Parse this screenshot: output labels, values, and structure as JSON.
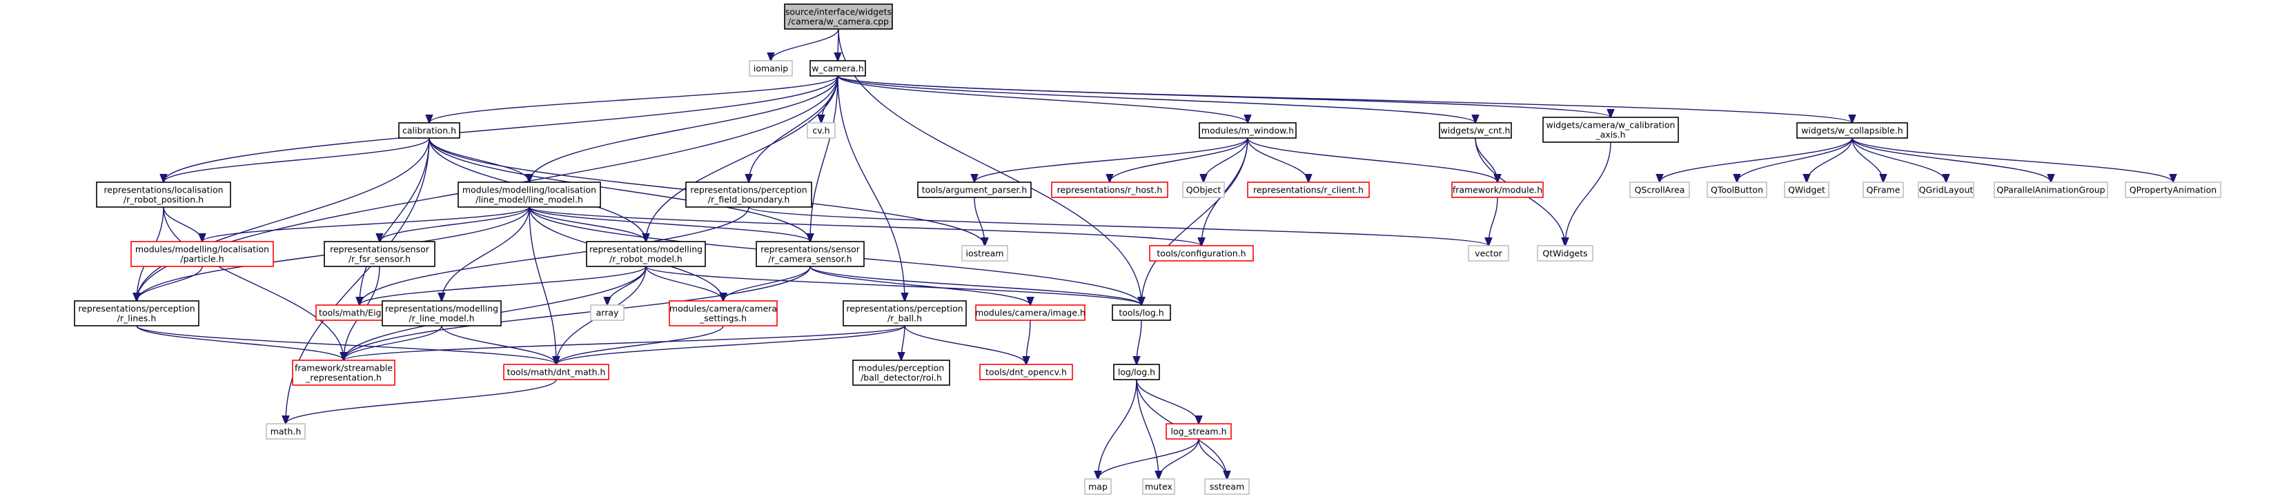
{
  "colors": {
    "edge": "#191970",
    "node_border_normal": "#000000",
    "node_border_missing_doc": "#ff0000",
    "node_border_external": "#bfbfbf",
    "root_fill": "#bfbfbf",
    "node_fill": "#ffffff"
  },
  "nodes": [
    {
      "id": "root",
      "lines": [
        "source/interface/widgets",
        "/camera/w_camera.cpp"
      ],
      "kind": "root"
    },
    {
      "id": "iomanip",
      "lines": [
        "iomanip"
      ],
      "kind": "external"
    },
    {
      "id": "w_camera",
      "lines": [
        "w_camera.h"
      ],
      "kind": "normal"
    },
    {
      "id": "calibration",
      "lines": [
        "calibration.h"
      ],
      "kind": "normal"
    },
    {
      "id": "cvh",
      "lines": [
        "cv.h"
      ],
      "kind": "external"
    },
    {
      "id": "m_window",
      "lines": [
        "modules/m_window.h"
      ],
      "kind": "normal"
    },
    {
      "id": "w_cnt",
      "lines": [
        "widgets/w_cnt.h"
      ],
      "kind": "normal"
    },
    {
      "id": "w_calib_axis",
      "lines": [
        "widgets/camera/w_calibration",
        "_axis.h"
      ],
      "kind": "normal"
    },
    {
      "id": "w_collapsible",
      "lines": [
        "widgets/w_collapsible.h"
      ],
      "kind": "normal"
    },
    {
      "id": "r_robot_position",
      "lines": [
        "representations/localisation",
        "/r_robot_position.h"
      ],
      "kind": "normal"
    },
    {
      "id": "line_model",
      "lines": [
        "modules/modelling/localisation",
        "/line_model/line_model.h"
      ],
      "kind": "normal"
    },
    {
      "id": "r_field_boundary",
      "lines": [
        "representations/perception",
        "/r_field_boundary.h"
      ],
      "kind": "normal"
    },
    {
      "id": "argument_parser",
      "lines": [
        "tools/argument_parser.h"
      ],
      "kind": "normal"
    },
    {
      "id": "r_host",
      "lines": [
        "representations/r_host.h"
      ],
      "kind": "missing"
    },
    {
      "id": "qobject",
      "lines": [
        "QObject"
      ],
      "kind": "external"
    },
    {
      "id": "r_client",
      "lines": [
        "representations/r_client.h"
      ],
      "kind": "missing"
    },
    {
      "id": "fw_module",
      "lines": [
        "framework/module.h"
      ],
      "kind": "missing"
    },
    {
      "id": "qscrollarea",
      "lines": [
        "QScrollArea"
      ],
      "kind": "external"
    },
    {
      "id": "qtoolbutton",
      "lines": [
        "QToolButton"
      ],
      "kind": "external"
    },
    {
      "id": "qwidget",
      "lines": [
        "QWidget"
      ],
      "kind": "external"
    },
    {
      "id": "qframe",
      "lines": [
        "QFrame"
      ],
      "kind": "external"
    },
    {
      "id": "qgridlayout",
      "lines": [
        "QGridLayout"
      ],
      "kind": "external"
    },
    {
      "id": "qparallel",
      "lines": [
        "QParallelAnimationGroup"
      ],
      "kind": "external"
    },
    {
      "id": "qproperty",
      "lines": [
        "QPropertyAnimation"
      ],
      "kind": "external"
    },
    {
      "id": "particle",
      "lines": [
        "modules/modelling/localisation",
        "/particle.h"
      ],
      "kind": "missing"
    },
    {
      "id": "r_fsr_sensor",
      "lines": [
        "representations/sensor",
        "/r_fsr_sensor.h"
      ],
      "kind": "normal"
    },
    {
      "id": "r_robot_model",
      "lines": [
        "representations/modelling",
        "/r_robot_model.h"
      ],
      "kind": "normal"
    },
    {
      "id": "r_camera_sensor",
      "lines": [
        "representations/sensor",
        "/r_camera_sensor.h"
      ],
      "kind": "normal"
    },
    {
      "id": "iostream",
      "lines": [
        "iostream"
      ],
      "kind": "external"
    },
    {
      "id": "configuration",
      "lines": [
        "tools/configuration.h"
      ],
      "kind": "missing"
    },
    {
      "id": "vector",
      "lines": [
        "vector"
      ],
      "kind": "external"
    },
    {
      "id": "qtwidgets",
      "lines": [
        "QtWidgets"
      ],
      "kind": "external"
    },
    {
      "id": "r_lines",
      "lines": [
        "representations/perception",
        "/r_lines.h"
      ],
      "kind": "normal"
    },
    {
      "id": "eigen",
      "lines": [
        "tools/math/Eigen.h"
      ],
      "kind": "missing"
    },
    {
      "id": "r_line_model",
      "lines": [
        "representations/modelling",
        "/r_line_model.h"
      ],
      "kind": "normal"
    },
    {
      "id": "array",
      "lines": [
        "array"
      ],
      "kind": "external"
    },
    {
      "id": "camera_settings",
      "lines": [
        "modules/camera/camera",
        "_settings.h"
      ],
      "kind": "missing"
    },
    {
      "id": "cam_image",
      "lines": [
        "modules/camera/image.h"
      ],
      "kind": "missing"
    },
    {
      "id": "r_ball",
      "lines": [
        "representations/perception",
        "/r_ball.h"
      ],
      "kind": "normal"
    },
    {
      "id": "log_h",
      "lines": [
        "tools/log.h"
      ],
      "kind": "normal"
    },
    {
      "id": "streamable",
      "lines": [
        "framework/streamable",
        "_representation.h"
      ],
      "kind": "missing"
    },
    {
      "id": "dnt_math",
      "lines": [
        "tools/math/dnt_math.h"
      ],
      "kind": "missing"
    },
    {
      "id": "ball_roi",
      "lines": [
        "modules/perception",
        "/ball_detector/roi.h"
      ],
      "kind": "normal"
    },
    {
      "id": "dnt_opencv",
      "lines": [
        "tools/dnt_opencv.h"
      ],
      "kind": "missing"
    },
    {
      "id": "loglog",
      "lines": [
        "log/log.h"
      ],
      "kind": "normal"
    },
    {
      "id": "log_stream",
      "lines": [
        "log_stream.h"
      ],
      "kind": "missing"
    },
    {
      "id": "mathh",
      "lines": [
        "math.h"
      ],
      "kind": "external"
    },
    {
      "id": "map",
      "lines": [
        "map"
      ],
      "kind": "external"
    },
    {
      "id": "mutex",
      "lines": [
        "mutex"
      ],
      "kind": "external"
    },
    {
      "id": "sstream",
      "lines": [
        "sstream"
      ],
      "kind": "external"
    }
  ],
  "edges": [
    [
      "root",
      "iomanip"
    ],
    [
      "root",
      "w_camera"
    ],
    [
      "root",
      "log_h"
    ],
    [
      "w_camera",
      "calibration"
    ],
    [
      "w_camera",
      "cvh"
    ],
    [
      "w_camera",
      "m_window"
    ],
    [
      "w_camera",
      "w_cnt"
    ],
    [
      "w_camera",
      "w_calib_axis"
    ],
    [
      "w_camera",
      "w_collapsible"
    ],
    [
      "w_camera",
      "r_robot_position"
    ],
    [
      "w_camera",
      "line_model"
    ],
    [
      "w_camera",
      "r_field_boundary"
    ],
    [
      "w_camera",
      "r_robot_model"
    ],
    [
      "w_camera",
      "r_camera_sensor"
    ],
    [
      "w_camera",
      "r_ball"
    ],
    [
      "w_camera",
      "r_lines"
    ],
    [
      "calibration",
      "r_robot_position"
    ],
    [
      "calibration",
      "line_model"
    ],
    [
      "calibration",
      "r_lines"
    ],
    [
      "calibration",
      "r_robot_model"
    ],
    [
      "calibration",
      "r_camera_sensor"
    ],
    [
      "calibration",
      "eigen"
    ],
    [
      "calibration",
      "mathh"
    ],
    [
      "calibration",
      "iostream"
    ],
    [
      "m_window",
      "argument_parser"
    ],
    [
      "m_window",
      "r_host"
    ],
    [
      "m_window",
      "qobject"
    ],
    [
      "m_window",
      "r_client"
    ],
    [
      "m_window",
      "fw_module"
    ],
    [
      "m_window",
      "configuration"
    ],
    [
      "m_window",
      "log_h"
    ],
    [
      "w_cnt",
      "fw_module"
    ],
    [
      "w_cnt",
      "qtwidgets"
    ],
    [
      "w_calib_axis",
      "qtwidgets"
    ],
    [
      "w_collapsible",
      "qscrollarea"
    ],
    [
      "w_collapsible",
      "qtoolbutton"
    ],
    [
      "w_collapsible",
      "qwidget"
    ],
    [
      "w_collapsible",
      "qframe"
    ],
    [
      "w_collapsible",
      "qgridlayout"
    ],
    [
      "w_collapsible",
      "qparallel"
    ],
    [
      "w_collapsible",
      "qproperty"
    ],
    [
      "r_robot_position",
      "particle"
    ],
    [
      "r_robot_position",
      "r_lines"
    ],
    [
      "r_robot_position",
      "streamable"
    ],
    [
      "line_model",
      "particle"
    ],
    [
      "line_model",
      "r_fsr_sensor"
    ],
    [
      "line_model",
      "r_robot_model"
    ],
    [
      "line_model",
      "r_camera_sensor"
    ],
    [
      "line_model",
      "r_line_model"
    ],
    [
      "line_model",
      "dnt_math"
    ],
    [
      "line_model",
      "camera_settings"
    ],
    [
      "line_model",
      "r_lines"
    ],
    [
      "line_model",
      "log_h"
    ],
    [
      "line_model",
      "configuration"
    ],
    [
      "r_field_boundary",
      "eigen"
    ],
    [
      "r_field_boundary",
      "vector"
    ],
    [
      "argument_parser",
      "iostream"
    ],
    [
      "fw_module",
      "vector"
    ],
    [
      "particle",
      "r_lines"
    ],
    [
      "r_fsr_sensor",
      "streamable"
    ],
    [
      "r_robot_model",
      "eigen"
    ],
    [
      "r_robot_model",
      "array"
    ],
    [
      "r_robot_model",
      "camera_settings"
    ],
    [
      "r_robot_model",
      "streamable"
    ],
    [
      "r_robot_model",
      "dnt_math"
    ],
    [
      "r_robot_model",
      "log_h"
    ],
    [
      "r_camera_sensor",
      "camera_settings"
    ],
    [
      "r_camera_sensor",
      "cam_image"
    ],
    [
      "r_camera_sensor",
      "streamable"
    ],
    [
      "r_camera_sensor",
      "log_h"
    ],
    [
      "r_lines",
      "streamable"
    ],
    [
      "r_lines",
      "dnt_math"
    ],
    [
      "r_line_model",
      "streamable"
    ],
    [
      "r_line_model",
      "dnt_math"
    ],
    [
      "camera_settings",
      "dnt_math"
    ],
    [
      "cam_image",
      "dnt_opencv"
    ],
    [
      "r_ball",
      "streamable"
    ],
    [
      "r_ball",
      "dnt_math"
    ],
    [
      "r_ball",
      "ball_roi"
    ],
    [
      "r_ball",
      "dnt_opencv"
    ],
    [
      "log_h",
      "loglog"
    ],
    [
      "dnt_math",
      "mathh"
    ],
    [
      "loglog",
      "log_stream"
    ],
    [
      "loglog",
      "map"
    ],
    [
      "loglog",
      "mutex"
    ],
    [
      "loglog",
      "sstream"
    ],
    [
      "log_stream",
      "map"
    ],
    [
      "log_stream",
      "mutex"
    ],
    [
      "log_stream",
      "sstream"
    ]
  ]
}
